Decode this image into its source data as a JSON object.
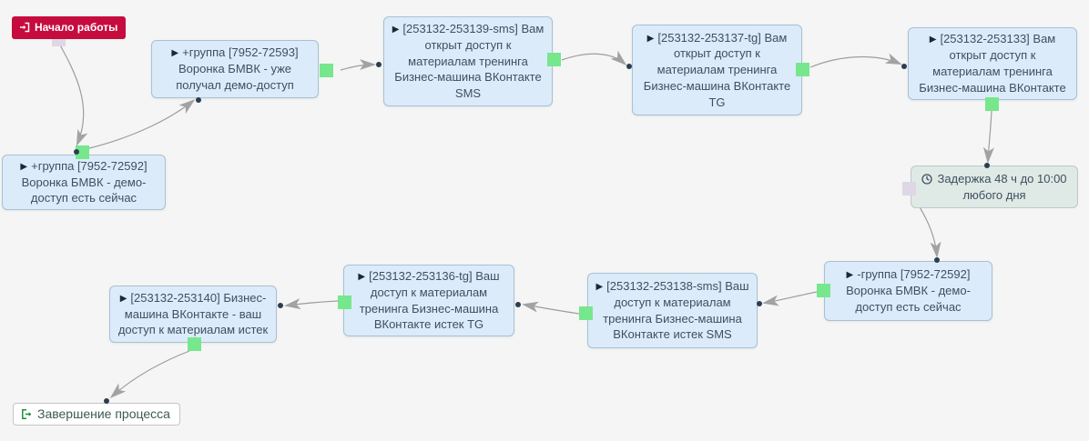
{
  "icons": {
    "play": "▶"
  },
  "colors": {
    "canvas_bg": "#f4f5f4",
    "start_bg": "#c60b3f",
    "action_bg": "#dcebfa",
    "action_border": "#a9c0d3",
    "action_text": "#3e4f60",
    "delay_bg": "#dfe9e5",
    "delay_border": "#bccac4",
    "output_connector": "#76e78c",
    "input_connector": "#ded7e6",
    "edge": "#9d9d9d",
    "edge_dot": "#2b3d52",
    "end_icon": "#1e8e3e"
  },
  "nodes": {
    "start": {
      "label": "Начало работы"
    },
    "add_group_72593": {
      "label": "+группа [7952-72593] Воронка БМВК - уже получал демо-доступ"
    },
    "add_group_72592": {
      "label": "+группа [7952-72592] Воронка БМВК - демо-доступ есть сейчас"
    },
    "sms_access_open": {
      "label": "[253132-253139-sms] Вам открыт доступ к материалам тренинга Бизнес-машина ВКонтакте SMS"
    },
    "tg_access_open": {
      "label": "[253132-253137-tg] Вам открыт доступ к материалам тренинга Бизнес-машина ВКонтакте TG"
    },
    "vk_access_open": {
      "label": "[253132-253133] Вам открыт доступ к материалам тренинга Бизнес-машина ВКонтакте"
    },
    "delay": {
      "label": "Задержка 48 ч до 10:00 любого дня"
    },
    "remove_group_72592": {
      "label": "-группа [7952-72592] Воронка БМВК - демо-доступ есть сейчас"
    },
    "sms_access_expired": {
      "label": "[253132-253138-sms] Ваш доступ к материалам тренинга Бизнес-машина ВКонтакте истек SMS"
    },
    "tg_access_expired": {
      "label": "[253132-253136-tg] Ваш доступ к материалам тренинга Бизнес-машина ВКонтакте истек TG"
    },
    "vk_access_expired": {
      "label": "[253132-253140] Бизнес-машина ВКонтакте - ваш доступ к материалам истек"
    },
    "end": {
      "label": "Завершение процесса"
    }
  }
}
